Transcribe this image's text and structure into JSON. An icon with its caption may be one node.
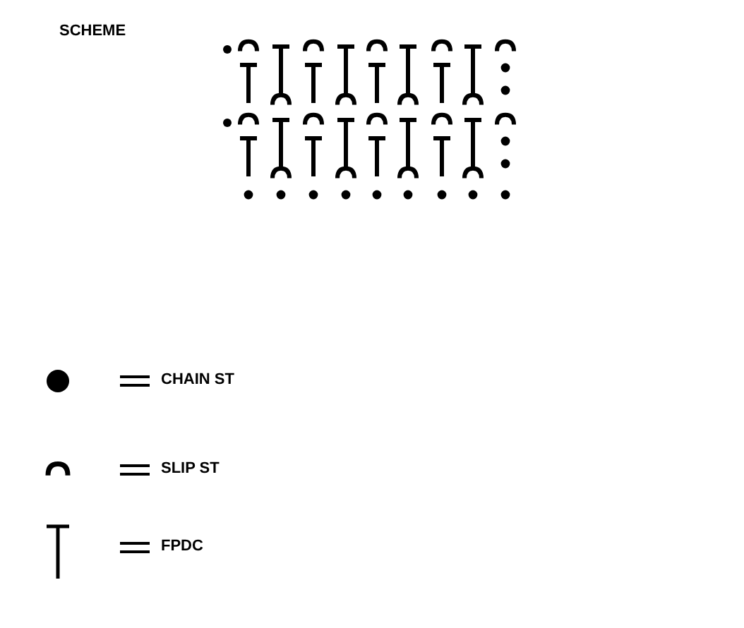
{
  "diagram": {
    "title": "SCHEME",
    "legend": [
      {
        "text": "CHAIN ST"
      },
      {
        "text": "SLIP ST"
      },
      {
        "text": "FPDC"
      }
    ]
  }
}
